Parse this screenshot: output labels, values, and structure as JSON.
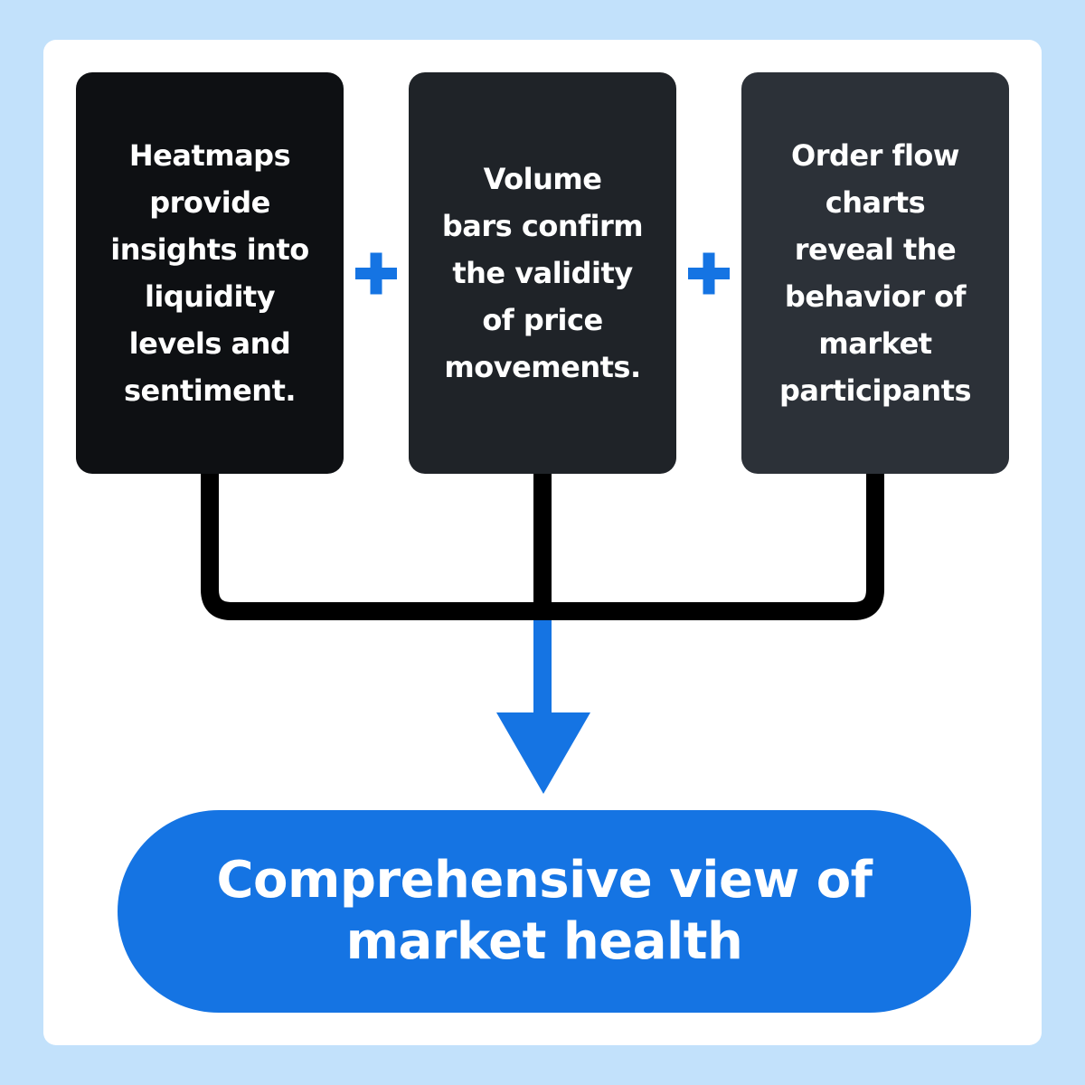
{
  "boxes": [
    {
      "text": "Heatmaps\nprovide\ninsights into\nliquidity\nlevels and\nsentiment."
    },
    {
      "text": "Volume\nbars confirm\nthe validity\nof price\nmovements."
    },
    {
      "text": "Order flow\ncharts\nreveal the\nbehavior of\nmarket\nparticipants"
    }
  ],
  "operators": [
    "+",
    "+"
  ],
  "result": {
    "text": "Comprehensive view of\nmarket health"
  },
  "colors": {
    "background": "#c2e1fb",
    "accent_blue": "#1574e3",
    "box_1": "#0e1013",
    "box_2": "#1f2328",
    "box_3": "#2c3138",
    "connector": "#000000"
  }
}
